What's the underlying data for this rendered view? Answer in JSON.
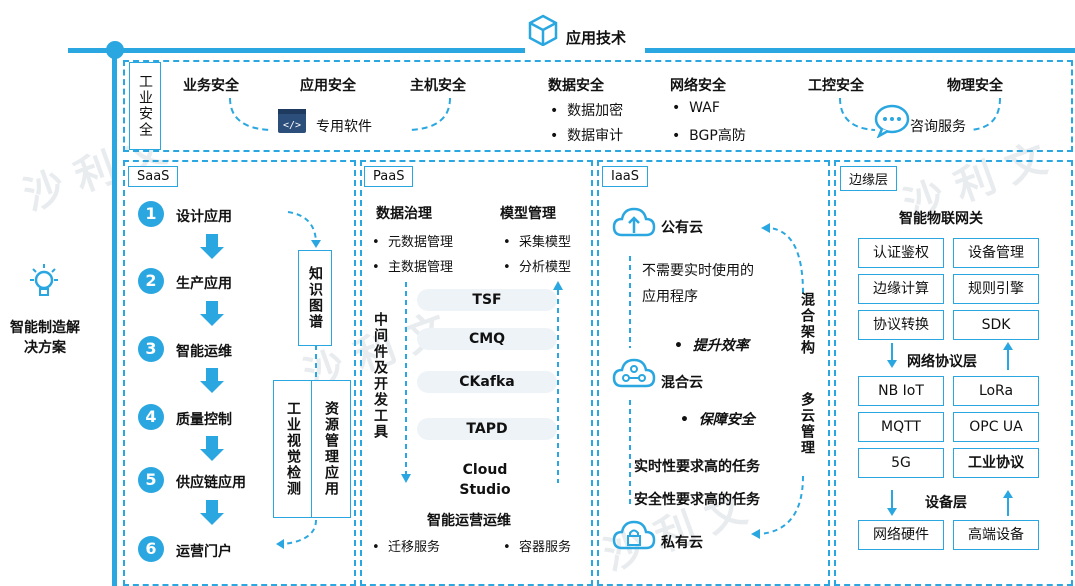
{
  "top": {
    "title": "应用技术"
  },
  "side": {
    "label": "智能制造解决方案"
  },
  "security": {
    "label": "工业安全",
    "business": "业务安全",
    "app": "应用安全",
    "host": "主机安全",
    "data": "数据安全",
    "data_items": [
      "数据加密",
      "数据审计"
    ],
    "network": "网络安全",
    "network_items": [
      "WAF",
      "BGP高防"
    ],
    "ics": "工控安全",
    "physical": "物理安全",
    "software": "专用软件",
    "consult": "咨询服务"
  },
  "saas": {
    "tag": "SaaS",
    "steps": [
      {
        "num": "1",
        "label": "设计应用"
      },
      {
        "num": "2",
        "label": "生产应用"
      },
      {
        "num": "3",
        "label": "智能运维"
      },
      {
        "num": "4",
        "label": "质量控制"
      },
      {
        "num": "5",
        "label": "供应链应用"
      },
      {
        "num": "6",
        "label": "运营门户"
      }
    ],
    "knowledge": "知识图谱",
    "vision": "工业视觉检测",
    "resource": "资源管理应用"
  },
  "paas": {
    "tag": "PaaS",
    "data_gov": "数据治理",
    "data_gov_items": [
      "元数据管理",
      "主数据管理"
    ],
    "model": "模型管理",
    "model_items": [
      "采集模型",
      "分析模型"
    ],
    "middleware": "中间件及开发工具",
    "tools": [
      "TSF",
      "CMQ",
      "CKafka",
      "TAPD",
      "Cloud Studio"
    ],
    "ops": "智能运营运维",
    "ops_items": [
      "迁移服务",
      "容器服务"
    ]
  },
  "iaas": {
    "tag": "IaaS",
    "public": "公有云",
    "public_desc": "不需要实时使用的应用程序",
    "improve": "提升效率",
    "hybrid": "混合云",
    "guarantee": "保障安全",
    "realtime": "实时性要求高的任务",
    "safety": "安全性要求高的任务",
    "private": "私有云",
    "hybrid_arch": "混合架构",
    "multi_cloud": "多云管理"
  },
  "edge": {
    "tag": "边缘层",
    "gateway": "智能物联网关",
    "gw_items": [
      "认证鉴权",
      "设备管理",
      "边缘计算",
      "规则引擎",
      "协议转换",
      "SDK"
    ],
    "net_layer": "网络协议层",
    "net_items": [
      "NB IoT",
      "LoRa",
      "MQTT",
      "OPC UA",
      "5G",
      "工业协议"
    ],
    "device_layer": "设备层",
    "device_items": [
      "网络硬件",
      "高端设备"
    ]
  },
  "colors": {
    "accent": "#2aa7e0"
  }
}
